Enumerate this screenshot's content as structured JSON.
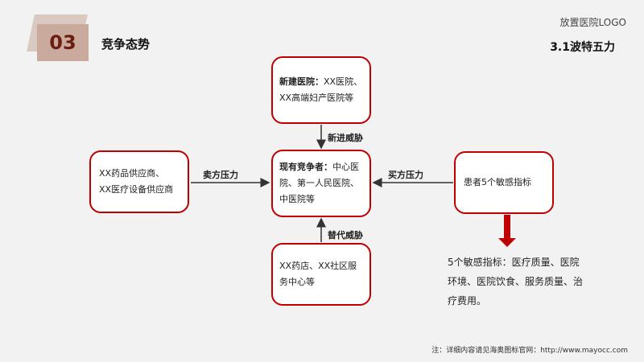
{
  "header": {
    "section_number": "03",
    "section_title": "竞争态势",
    "logo_text": "放置医院LOGO",
    "subtitle": "3.1波特五力"
  },
  "diagram": {
    "top": {
      "label": "新建医院：",
      "text": "XX医院、XX高端妇产医院等"
    },
    "center": {
      "label": "现有竞争者：",
      "text": "中心医院、第一人民医院、中医院等"
    },
    "left": {
      "text_line1": "XX药品供应商、",
      "text_line2": "XX医疗设备供应商"
    },
    "right": {
      "text": "患者5个敏感指标"
    },
    "bottom": {
      "text": "XX药店、XX社区服务中心等"
    },
    "edges": {
      "new_entrants": "新进威胁",
      "supplier_power": "卖方压力",
      "buyer_power": "买方压力",
      "substitutes": "替代威胁"
    },
    "note": "5个敏感指标：医疗质量、医院环境、医院饮食、服务质量、治疗费用。"
  },
  "footer": {
    "text": "注：详细内容请见海奥图标官网：http://www.mayocc.com"
  },
  "colors": {
    "accent": "#c00000",
    "arrow": "#333333",
    "badge": "#c9aa9c",
    "badge_text": "#6b1d12"
  }
}
